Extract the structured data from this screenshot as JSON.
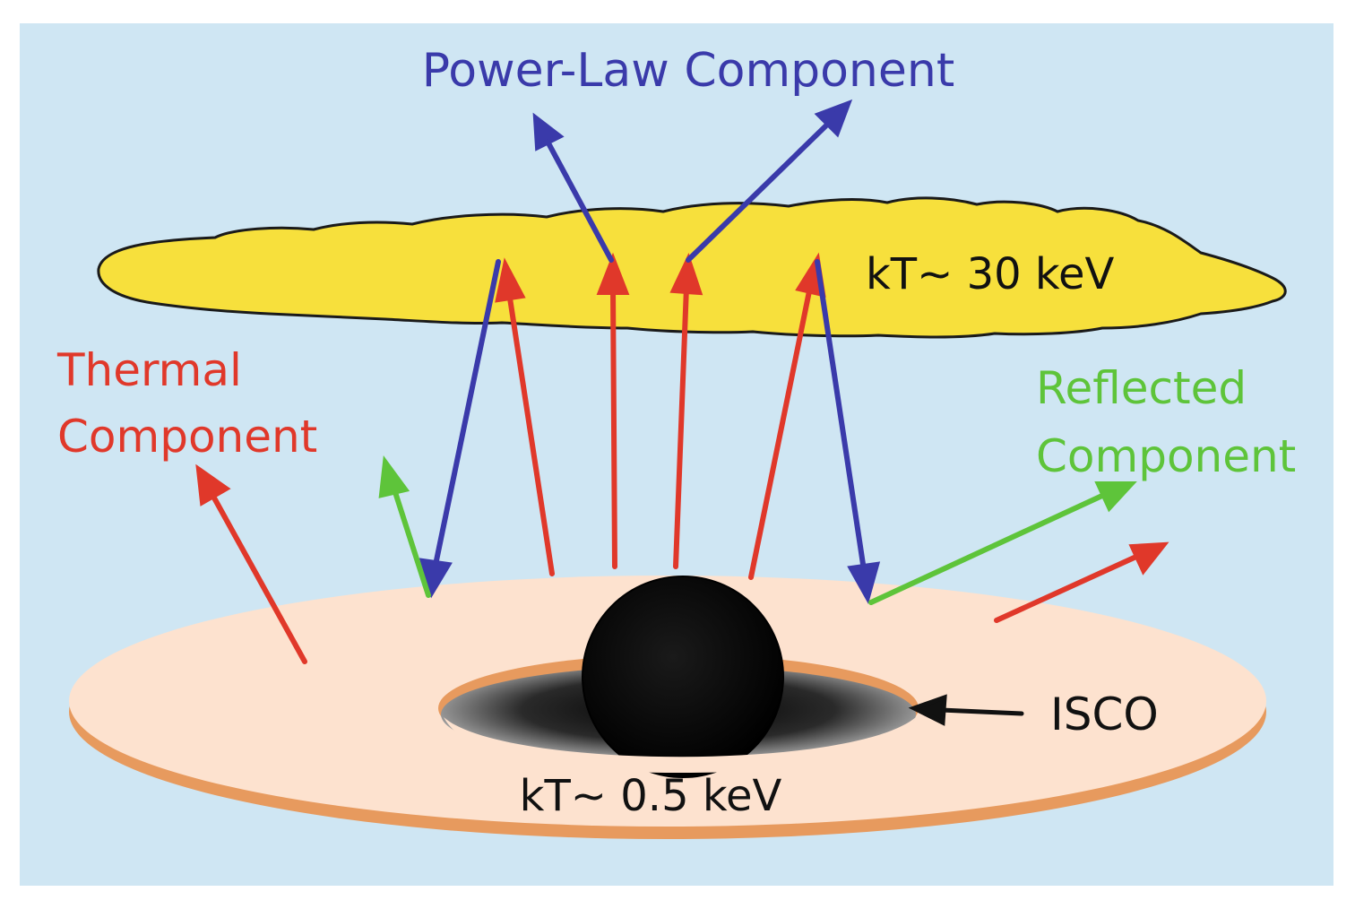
{
  "labels": {
    "power_law": "Power-Law Component",
    "corona_temp": "kT~ 30 keV",
    "thermal_line1": "Thermal",
    "thermal_line2": "Component",
    "reflected_line1": "Reflected",
    "reflected_line2": "Component",
    "isco": "ISCO",
    "disk_temp": "kT~ 0.5 keV"
  },
  "colors": {
    "background": "#cfe6f3",
    "power_law": "#3a3aaa",
    "thermal": "#e0382a",
    "reflected": "#5ec43a",
    "text_dark": "#111111",
    "corona_fill": "#f7e03c",
    "disk_fill": "#fde2cf",
    "disk_rim": "#e79a5e",
    "black_hole": "#050505"
  }
}
